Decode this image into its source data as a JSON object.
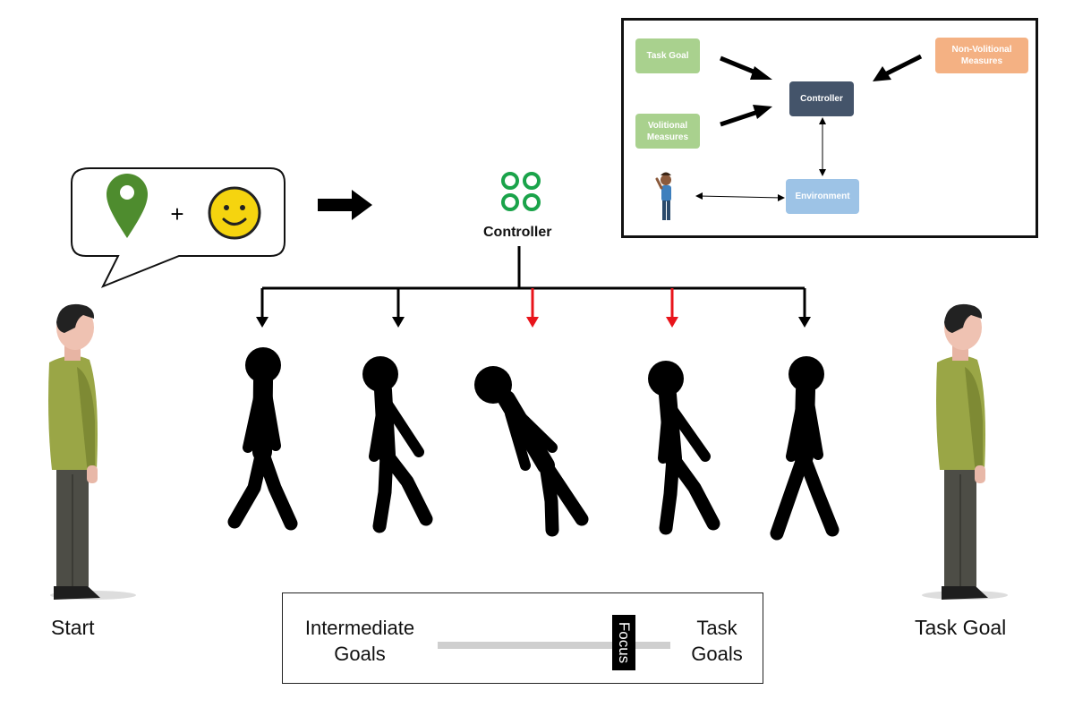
{
  "labels": {
    "start": "Start",
    "task_goal": "Task Goal",
    "controller": "Controller"
  },
  "focus_scale": {
    "left_line1": "Intermediate",
    "left_line2": "Goals",
    "right_line1": "Task",
    "right_line2": "Goals",
    "knob_label": "Focus"
  },
  "inset_diagram": {
    "task_goal": "Task Goal",
    "volitional_line1": "Volitional",
    "volitional_line2": "Measures",
    "non_volitional_line1": "Non-Volitional",
    "non_volitional_line2": "Measures",
    "controller": "Controller",
    "environment": "Environment"
  },
  "speech_bubble": {
    "plus": "+"
  },
  "colors": {
    "green_box": "#a9d18e",
    "orange_box": "#f4b183",
    "controller_box": "#44546a",
    "environment_box": "#9dc3e6",
    "red_arrow": "#e8141b",
    "controller_icon": "#1aa34a",
    "pin": "#4e8c2e",
    "smiley": "#f5d40f"
  },
  "stick_figures": {
    "arrow_colors": [
      "black",
      "black",
      "red",
      "red",
      "black"
    ]
  }
}
